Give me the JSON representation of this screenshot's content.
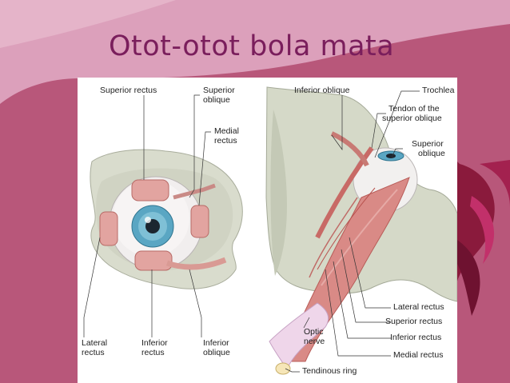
{
  "slide": {
    "title": "Otot-otot bola mata",
    "colors": {
      "background": "#b8577a",
      "title": "#7a1e5c",
      "panel": "#ffffff"
    }
  },
  "figure": {
    "left_view": {
      "labels": {
        "superior_rectus": "Superior rectus",
        "superior_oblique_1": "Superior",
        "superior_oblique_2": "oblique",
        "medial_rectus_1": "Medial",
        "medial_rectus_2": "rectus",
        "lateral_rectus_1": "Lateral",
        "lateral_rectus_2": "rectus",
        "inferior_rectus_1": "Inferior",
        "inferior_rectus_2": "rectus",
        "inferior_oblique_1": "Inferior",
        "inferior_oblique_2": "oblique"
      }
    },
    "right_view": {
      "labels": {
        "inferior_oblique": "Inferior oblique",
        "trochlea": "Trochlea",
        "tendon_1": "Tendon of the",
        "tendon_2": "superior oblique",
        "superior_oblique_1": "Superior",
        "superior_oblique_2": "oblique",
        "lateral_rectus": "Lateral rectus",
        "superior_rectus": "Superior rectus",
        "inferior_rectus": "Inferior rectus",
        "medial_rectus": "Medial rectus",
        "optic_nerve_1": "Optic",
        "optic_nerve_2": "nerve",
        "tendinous_ring": "Tendinous ring"
      }
    }
  }
}
